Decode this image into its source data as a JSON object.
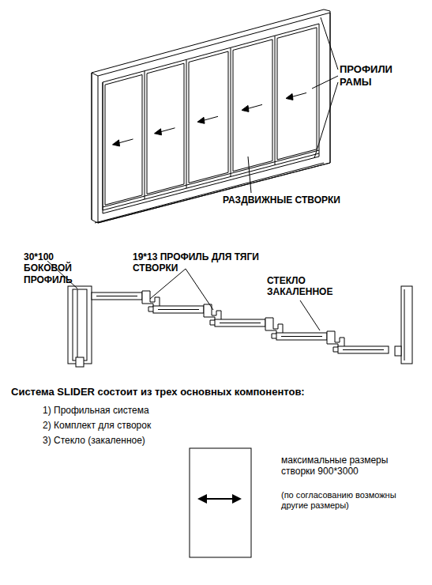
{
  "diagram": {
    "labels": [
      "ПРОФИЛИ РАМЫ",
      "РАЗДВИЖНЫЕ СТВОРКИ",
      "30*100 БОКОВОЙ ПРОФИЛЬ",
      "19*13 ПРОФИЛЬ ДЛЯ ТЯГИ СТВОРКИ",
      "СТЕКЛО ЗАКАЛЕННОЕ",
      "Система SLIDER состоит из трех основных компонентов:",
      "1) Профильная система",
      "2) Комплект для створок",
      "3) Стекло (закаленное)",
      "максимальные размеры створки 900*3000",
      "(по согласованию возможны другие размеры)"
    ]
  }
}
